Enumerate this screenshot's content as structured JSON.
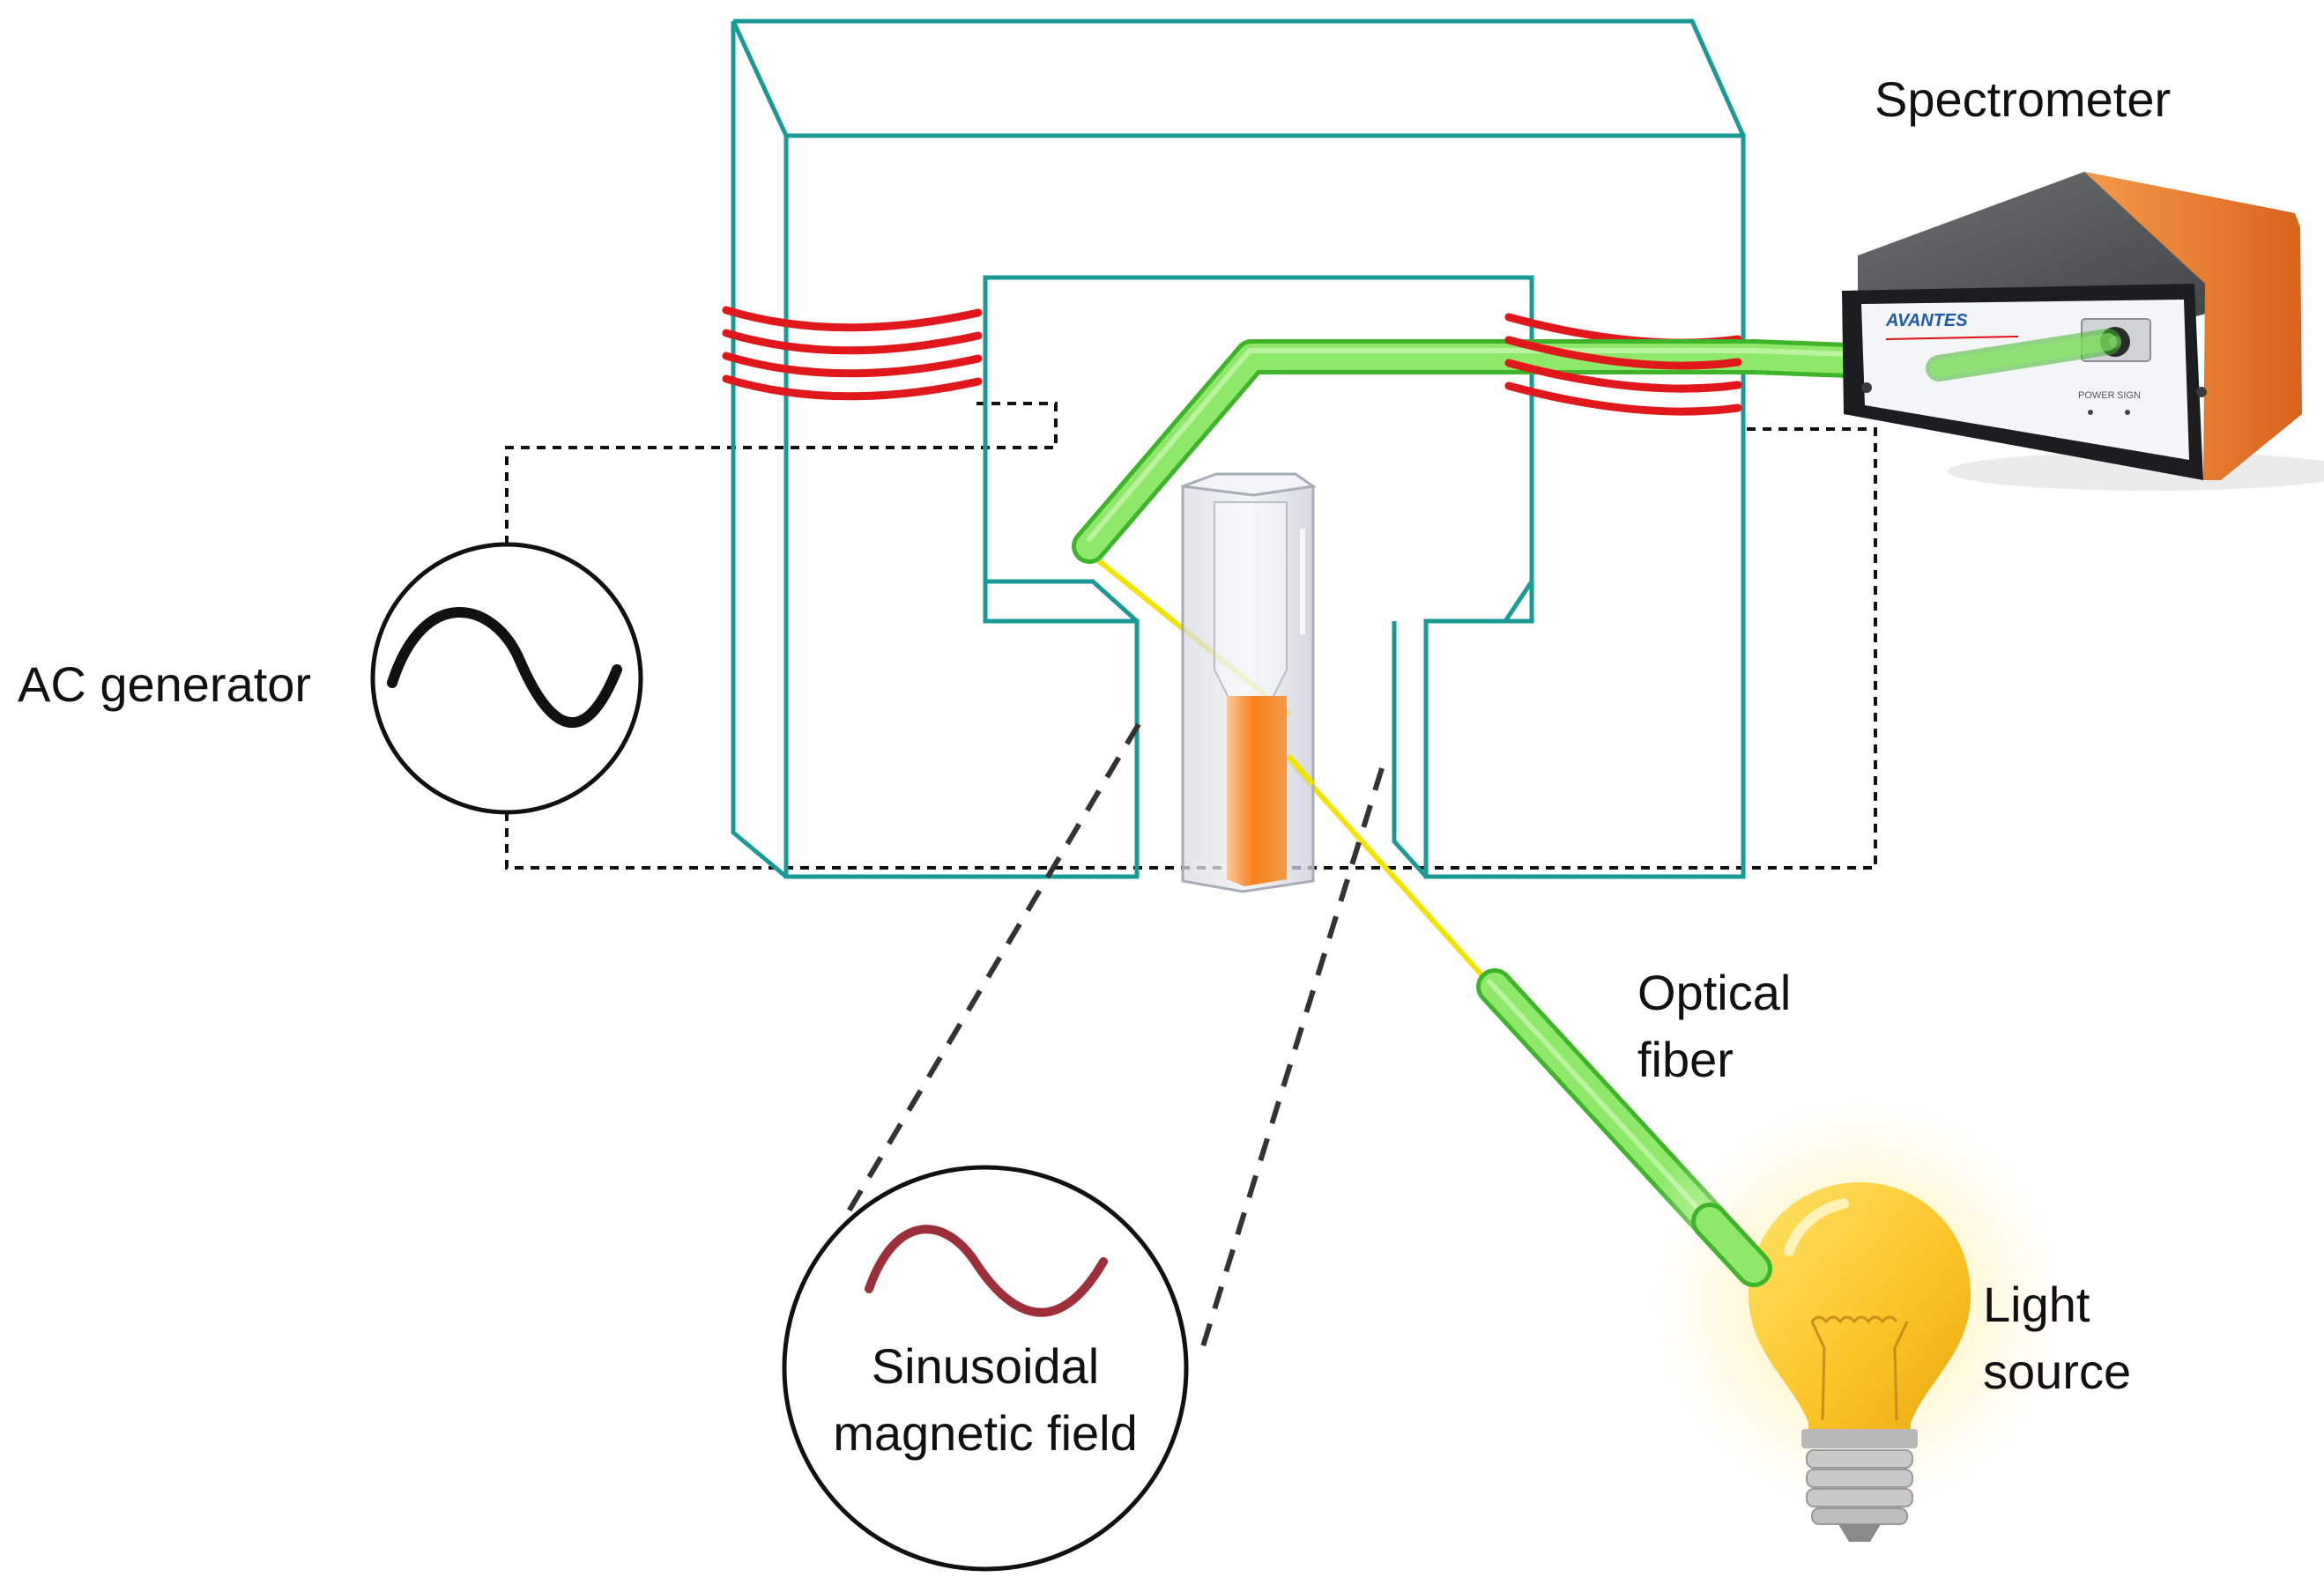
{
  "labels": {
    "spectrometer": "Spectrometer",
    "ac_generator": "AC generator",
    "optical_fiber_line1": "Optical",
    "optical_fiber_line2": "fiber",
    "light_source_line1": "Light",
    "light_source_line2": "source",
    "sinusoidal_line1": "Sinusoidal",
    "sinusoidal_line2": "magnetic field"
  },
  "device": {
    "brand": "AVANTES",
    "port_labels": [
      "POWER",
      "SIGN"
    ]
  },
  "colors": {
    "yoke": "#1a9a96",
    "coil": "#e0181c",
    "fiber_fill": "#7fe05a",
    "fiber_edge": "#3fb42a",
    "light_path": "#f2e400",
    "sample": "#f7821b",
    "wave_generator": "#111111",
    "wave_field": "#9c2f3a",
    "spectrometer_orange": "#f07d2c",
    "bulb": "#fbc325"
  }
}
